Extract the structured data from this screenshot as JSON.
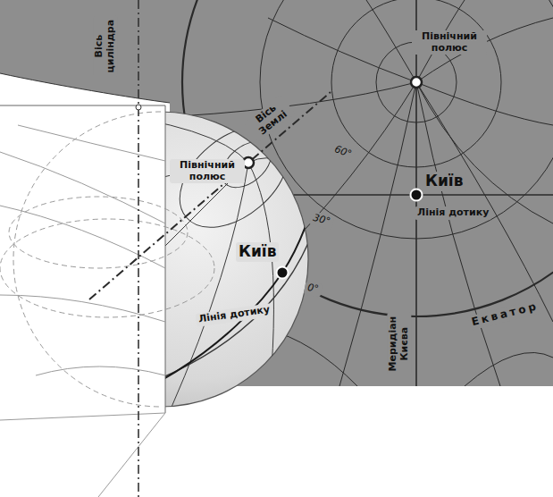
{
  "diagram": {
    "labels": [
      "Вісь циліндра",
      "Північний полюс",
      "Вісь Землі",
      "Північний полюс",
      "60°",
      "Київ",
      "Лінія дотику",
      "30°",
      "Київ",
      "0°",
      "Лінія дотику",
      "Меридіан Києва",
      "Екватор"
    ]
  }
}
